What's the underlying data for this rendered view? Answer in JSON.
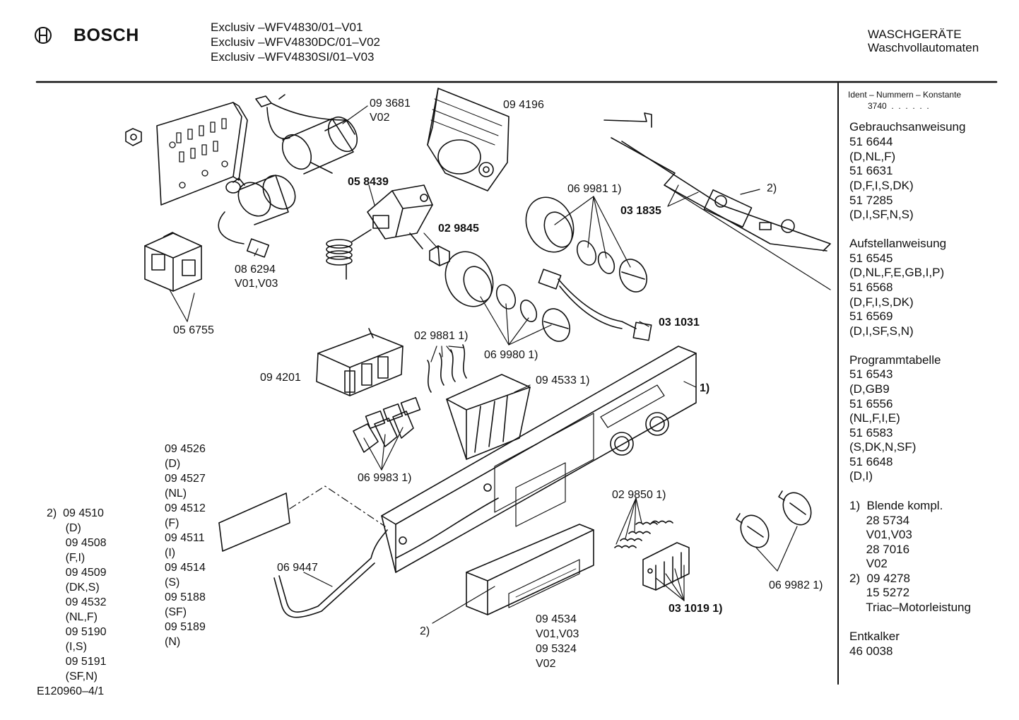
{
  "header": {
    "brand": "BOSCH",
    "models": [
      "Exclusiv –WFV4830/01–V01",
      "Exclusiv –WFV4830DC/01–V02",
      "Exclusiv –WFV4830SI/01–V03"
    ],
    "category": "WASCHGERÄTE",
    "subcategory": "Waschvollautomaten"
  },
  "sidebar": {
    "ident_title": "Ident – Nummern – Konstante",
    "ident_value": "3740  .  .  .  .  .  .",
    "gebrauch": {
      "title": "Gebrauchsanweisung",
      "lines": [
        "51 6644",
        "(D,NL,F)",
        "51 6631",
        "(D,F,I,S,DK)",
        "51 7285",
        "(D,I,SF,N,S)"
      ]
    },
    "aufstell": {
      "title": "Aufstellanweisung",
      "lines": [
        "51 6545",
        "(D,NL,F,E,GB,I,P)",
        "51 6568",
        "(D,F,I,S,DK)",
        "51 6569",
        "(D,I,SF,S,N)"
      ]
    },
    "programm": {
      "title": "Programmtabelle",
      "lines": [
        "51 6543",
        "(D,GB9",
        "51 6556",
        "(NL,F,I,E)",
        "51 6583",
        "(S,DK,N,SF)",
        "51 6648",
        "(D,I)"
      ]
    },
    "notes": [
      "1)  Blende kompl.",
      "     28 5734",
      "     V01,V03",
      "     28 7016",
      "     V02",
      "2)  09 4278",
      "     15 5272",
      "     Triac–Motorleistung"
    ],
    "entkalker": {
      "title": "Entkalker",
      "value": "46 0038"
    }
  },
  "labels": {
    "p093681": "09 3681",
    "p093681_v": "V02",
    "p094196": "09 4196",
    "p058439": "05 8439",
    "p029845": "02 9845",
    "p069981": "06 9981 1)",
    "p031835": "03 1835",
    "p_2_top": "2)",
    "p086294": "08 6294",
    "p086294_v": "V01,V03",
    "p056755": "05 6755",
    "p031031": "03 1031",
    "p029881": "02 9881 1)",
    "p069980": "06 9980 1)",
    "p094201": "09 4201",
    "p094533": "09 4533 1)",
    "p_1": "1)",
    "p069983": "06 9983 1)",
    "p029850": "02 9850 1)",
    "p069447": "06 9447",
    "p069982": "06 9982 1)",
    "p031019": "03 1019 1)",
    "p_2_bottom": "2)",
    "p094534_lines": [
      "09 4534",
      "V01,V03",
      "09 5324",
      "V02"
    ],
    "col_mid": [
      "09 4526",
      "(D)",
      "09 4527",
      "(NL)",
      "09 4512",
      "(F)",
      "09 4511",
      "(I)",
      "09 4514",
      "(S)",
      "09 5188",
      "(SF)",
      "09 5189",
      "(N)"
    ],
    "col_left": [
      "2)  09 4510",
      "      (D)",
      "      09 4508",
      "      (F,I)",
      "      09 4509",
      "      (DK,S)",
      "      09 4532",
      "      (NL,F)",
      "      09 5190",
      "      (I,S)",
      "      09 5191",
      "      (SF,N)"
    ],
    "footer_code": "E120960–4/1"
  }
}
